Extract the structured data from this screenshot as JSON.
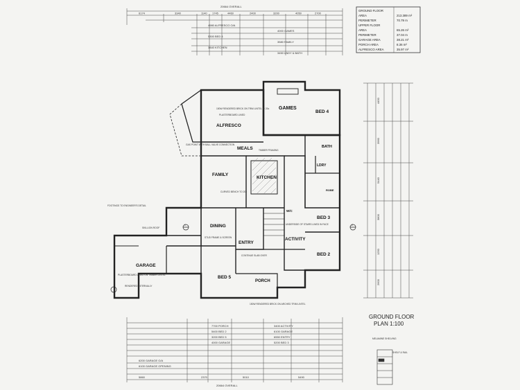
{
  "area_table": {
    "rows": [
      {
        "label": "GROUND FLOOR",
        "value": ""
      },
      {
        "label": "AREA",
        "value": "213.389 m²"
      },
      {
        "label": "PERIMETER",
        "value": "70.79 m"
      },
      {
        "label": "UPPER FLOOR",
        "value": ""
      },
      {
        "label": "AREA",
        "value": "65.26 m²"
      },
      {
        "label": "PERIMETER",
        "value": "37.04 m"
      },
      {
        "label": "GARAGE AREA",
        "value": "38.21 m²"
      },
      {
        "label": "PORCH AREA",
        "value": "8.36 m²"
      },
      {
        "label": "ALFRESCO AREA",
        "value": "35.97 m²"
      }
    ]
  },
  "overall_top": "20664 OVERALL",
  "overall_bottom": "20664 OVERALL",
  "plan_title": "GROUND FLOOR",
  "plan_scale": "PLAN 1:100",
  "rooms": {
    "games": "GAMES",
    "bed4": "BED 4",
    "alfresco": "ALFRESCO",
    "meals": "MEALS",
    "bath": "BATH",
    "family": "FAMILY",
    "kitchen": "KITCHEN",
    "dining": "DINING",
    "wc": "W/C",
    "bed3": "BED 3",
    "activity": "ACTIVITY",
    "entry": "ENTRY",
    "bed2": "BED 2",
    "garage": "GARAGE",
    "bed5": "BED 5",
    "porch": "PORCH",
    "robe": "ROBE",
    "laundry": "LDRY",
    "rendered_internally": "RENDERED INTERNALLY"
  },
  "top_dims": [
    "6174",
    "3340",
    "1140",
    "1745",
    "4460",
    "2400",
    "3200",
    "4050",
    "2700",
    "4980 ALFRESCO O/A",
    "4000 GAMES",
    "5300 BED 4",
    "3580 FAMILY",
    "3840 KITCHEN",
    "3450 LNDY & BATH"
  ],
  "bottom_dims": [
    "7700 PORCH",
    "3400 ACTIVITY",
    "5400 BED 2",
    "6100 GARAGE",
    "3200 BED 5",
    "6550 ENTRY",
    "4000 GARAGE",
    "5200 BED 3"
  ],
  "bottom_major": [
    "6200 GARAGE O/A",
    "6100 GARAGE OPENING",
    "5860",
    "2370",
    "5010",
    "5490"
  ],
  "right_dims": [
    "4450",
    "3960",
    "5440",
    "3800",
    "1250",
    "2600"
  ],
  "notes": {
    "render_wall": "150W RENDERED BRICK ON TRIM LINTEL @ 20c",
    "plasterboard_ceiling": "PLASTERBOARD LINED",
    "timber_framing": "TIMBER FRAMING",
    "gas_point": "GAS POINT WITH BALL VALVE CONNECTION",
    "kitchen_bench": "CURVED BENCH TO 20c",
    "wall_under": "UNDERSIDE OF STAIRS LINED IN FACE",
    "continue_slab": "CONTINUE SLAB OVER",
    "stud_frame": "STUD FRAME & SCREEN",
    "skillion": "SKILLION ROOF",
    "porch_note": "150W RENDERED BRICK ON ARCHED TRIM LINTEL",
    "garage_note": "PLASTERBOARD LINED ON TIMBER LINTEL",
    "section": "SHELF & RAIL",
    "melamine": "MELAMINE SHELVING",
    "footnote": "FOOTINGS TO ENGINEER'S DETAIL"
  },
  "dim_labels": [
    "1",
    "2"
  ],
  "colors": {
    "line": "#2a2a2a",
    "paper": "#f4f4f2",
    "hatch": "#666666"
  }
}
